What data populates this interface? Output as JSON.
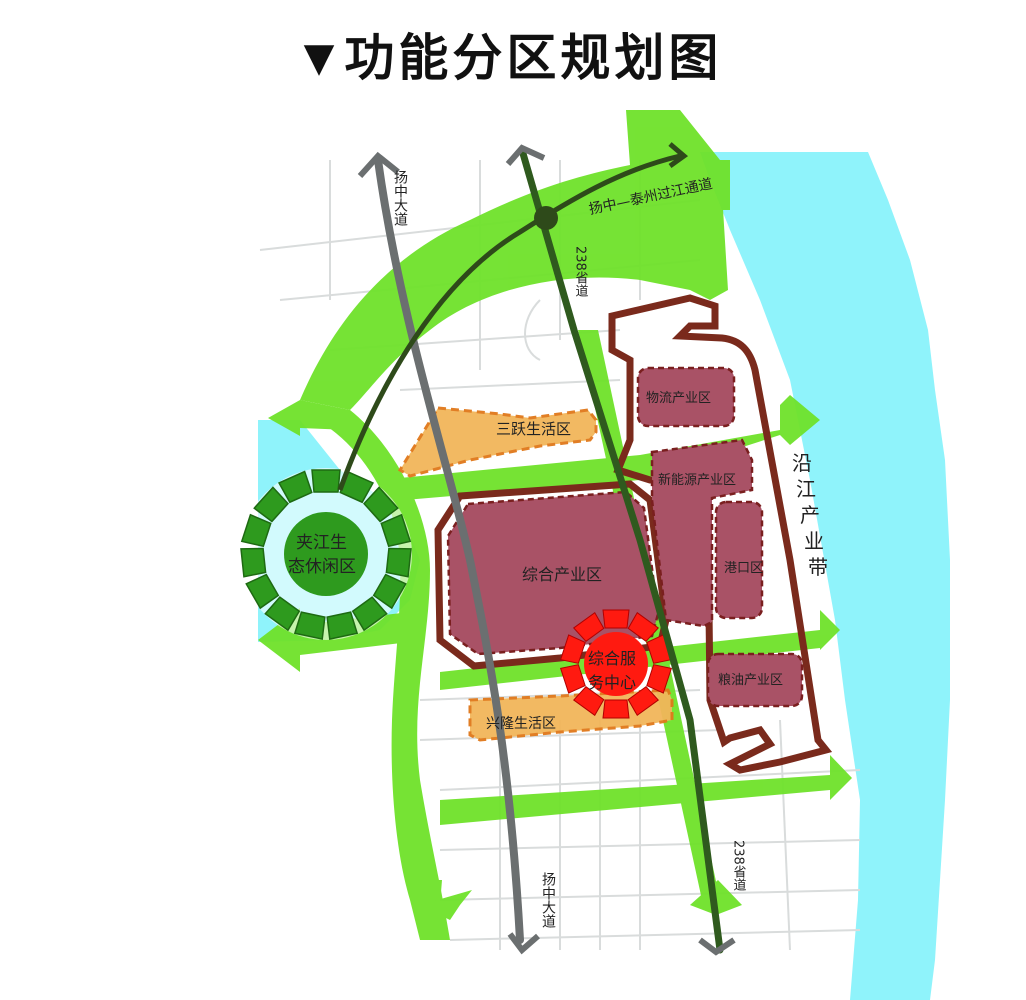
{
  "title": {
    "marker": "▼",
    "text": "功能分区规划图"
  },
  "colors": {
    "river": "#8ff3fb",
    "green_corridor": "#6fe22a",
    "industrial_zone": "#a95266",
    "industrial_border": "#7a1f1f",
    "residential_zone": "#f2b65a",
    "residential_border": "#e0781a",
    "service_center": "#ff1a10",
    "eco_park": "#2e9a1e",
    "belt_outline": "#7a2a1c",
    "road_primary": "#6b6f70",
    "road_provincial": "#2f5a1e",
    "street_grid": "#d9dcdc"
  },
  "roads": {
    "yangzhong_avenue_top": "扬中大道",
    "provincial_238_top": "238省道",
    "crossing_channel": "扬中—泰州过江通道",
    "yangzhong_avenue_bottom": "扬中大道",
    "provincial_238_bottom": "238省道"
  },
  "zones": {
    "sanyue_living": "三跃生活区",
    "xinglong_living": "兴隆生活区",
    "comprehensive_industry": "综合产业区",
    "logistics_industry": "物流产业区",
    "new_energy_industry": "新能源产业区",
    "port_zone": "港口区",
    "grain_oil_industry": "粮油产业区",
    "service_center_line1": "综合服",
    "service_center_line2": "务中心",
    "eco_park_line1": "夹江生",
    "eco_park_line2": "态休闲区",
    "riverside_belt": [
      "沿",
      "江",
      "产",
      "业",
      "带"
    ]
  }
}
